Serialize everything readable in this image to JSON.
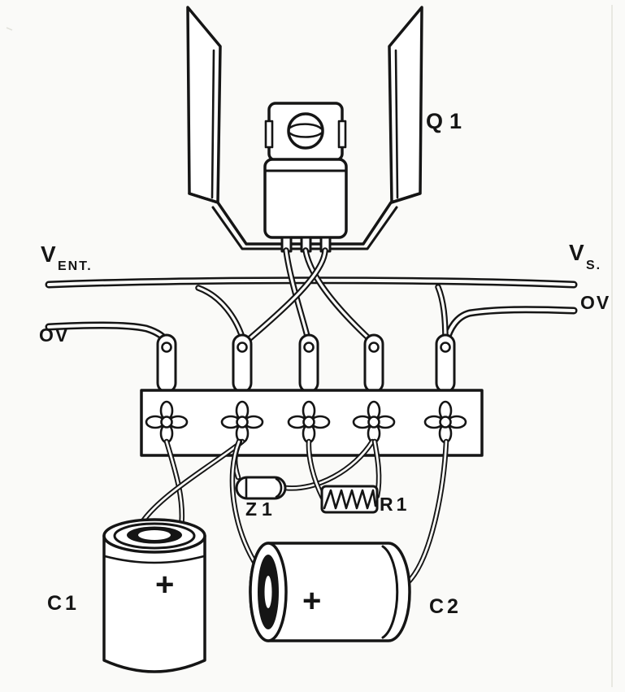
{
  "diagram": {
    "labels": {
      "q1": "Q1",
      "v_ent": {
        "main": "V",
        "sub": "ENT."
      },
      "v_s": {
        "main": "V",
        "sub": "S."
      },
      "ov_right": "OV",
      "ov_left": "OV",
      "z1": "Z1",
      "r1": "R1",
      "c1": "C1",
      "c2": "C2",
      "c1_polarity": "+",
      "c2_polarity": "+"
    },
    "colors": {
      "ink": "#151515",
      "paper": "#fafaf8"
    }
  }
}
